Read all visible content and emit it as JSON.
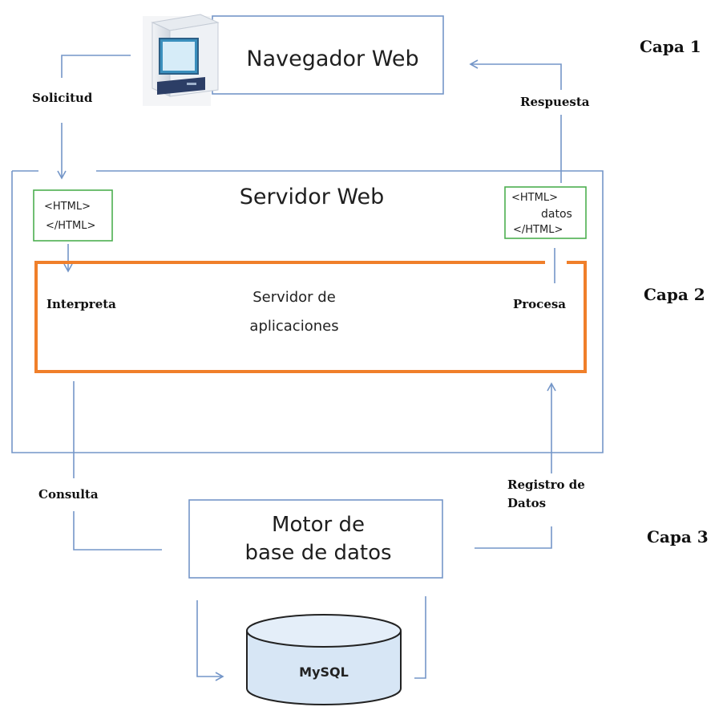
{
  "layers": {
    "layer1": "Capa 1",
    "layer2": "Capa 2",
    "layer3": "Capa 3"
  },
  "browser": {
    "title": "Navegador Web",
    "icon": "computer-icon"
  },
  "web_server": {
    "title": "Servidor Web",
    "html_in": {
      "open": "<HTML>",
      "close": "</HTML>"
    },
    "html_out": {
      "open": "<HTML>",
      "data": "datos",
      "close": "</HTML>"
    }
  },
  "app_server": {
    "title_line1": "Servidor de",
    "title_line2": "aplicaciones",
    "left_label": "Interpreta",
    "right_label": "Procesa"
  },
  "flows": {
    "request": "Solicitud",
    "response": "Respuesta",
    "query": "Consulta",
    "record_line1": "Registro de",
    "record_line2": "Datos"
  },
  "db_engine": {
    "title_line1": "Motor de",
    "title_line2": "base de datos"
  },
  "database": {
    "label": "MySQL"
  },
  "colors": {
    "line": "#7496c8",
    "orange": "#f07f2a",
    "green": "#4caf50",
    "db_fill": "#d7e6f5"
  }
}
